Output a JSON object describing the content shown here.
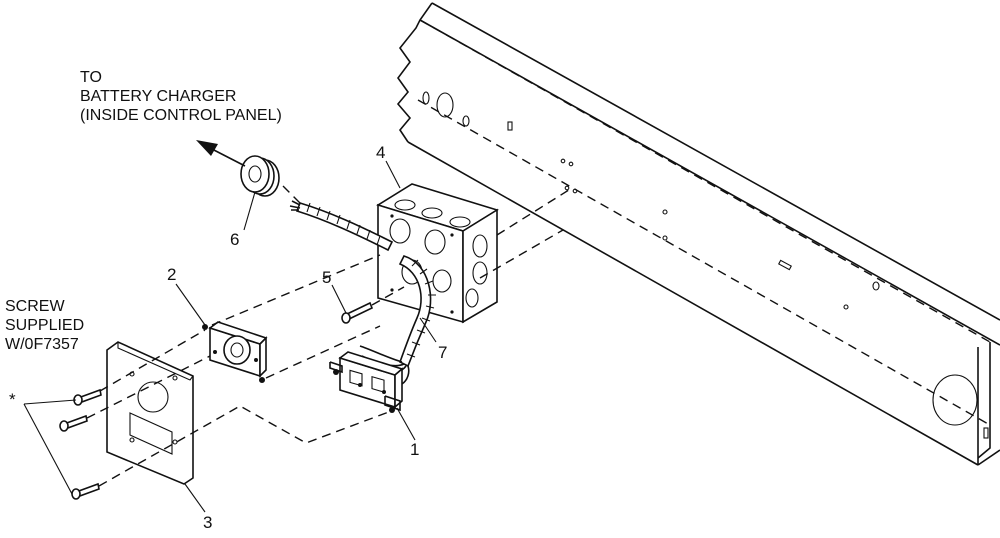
{
  "callout_to": {
    "line1": "TO",
    "line2": "BATTERY CHARGER",
    "line3": "(INSIDE CONTROL PANEL)"
  },
  "callout_screw": {
    "line1": "SCREW",
    "line2": "SUPPLIED",
    "line3": "W/0F7357"
  },
  "asterisk": "*",
  "parts": [
    {
      "number": "1"
    },
    {
      "number": "2"
    },
    {
      "number": "3"
    },
    {
      "number": "4"
    },
    {
      "number": "5"
    },
    {
      "number": "6"
    },
    {
      "number": "7"
    }
  ]
}
